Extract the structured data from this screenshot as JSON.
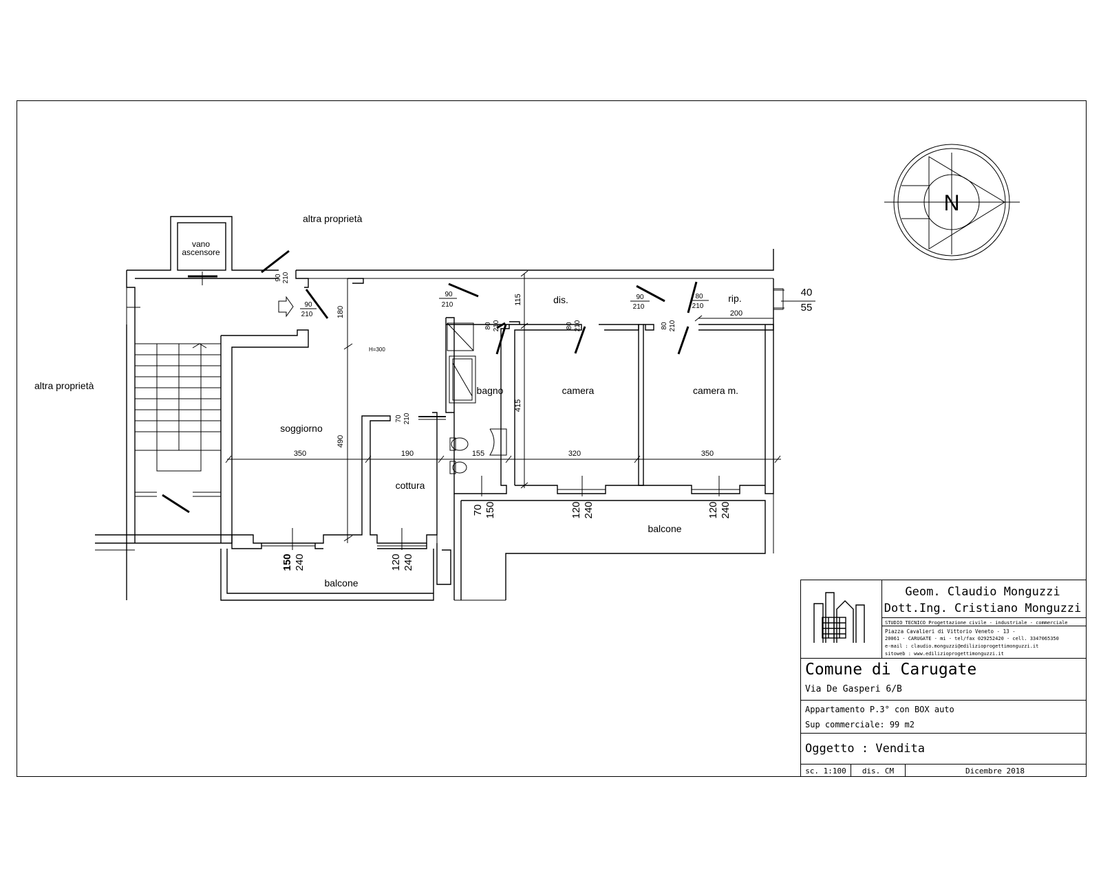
{
  "labels": {
    "altra_top": "altra proprietà",
    "altra_left": "altra proprietà",
    "vano": "vano",
    "ascensore": "ascensore",
    "soggiorno": "soggiorno",
    "cottura": "cottura",
    "bagno": "bagno",
    "camera": "camera",
    "camera_m": "camera m.",
    "dis": "dis.",
    "rip": "rip.",
    "balcone_left": "balcone",
    "balcone_right": "balcone",
    "h300": "H=300",
    "north": "N"
  },
  "dims": {
    "d350a": "350",
    "d190": "190",
    "d155": "155",
    "d320": "320",
    "d350b": "350",
    "d490": "490",
    "d180": "180",
    "d115": "115",
    "d415": "415",
    "d200": "200",
    "d40": "40",
    "d55": "55"
  },
  "openings": {
    "o90": "90",
    "o210": "210",
    "o80": "80",
    "o70": "70",
    "w150": "150",
    "w240": "240",
    "w120": "120"
  },
  "titleblock": {
    "name1": "Geom. Claudio Monguzzi",
    "name2": "Dott.Ing. Cristiano Monguzzi",
    "studio": "STUDIO TECNICO Progettazione civile - industriale - commerciale",
    "address1": "Piazza Cavalieri di Vittorio Veneto - 13 -",
    "address2": "20061 - CARUGATE - mi - tel/fax 029252420 - cell. 3347065350",
    "email": "e-mail : claudio.monguzzi@edilizioprogettimonguzzi.it",
    "web": "sitoweb :        www.edilizioprogettimonguzzi.it",
    "comune": "Comune di Carugate",
    "via": "Via De Gasperi 6/B",
    "appartamento": "Appartamento P.3° con BOX auto",
    "superficie": "Sup commerciale:  99 m2",
    "oggetto": "Oggetto : Vendita",
    "scala": "sc. 1:100",
    "disegnatore": "dis. CM",
    "data": "Dicembre 2018"
  }
}
